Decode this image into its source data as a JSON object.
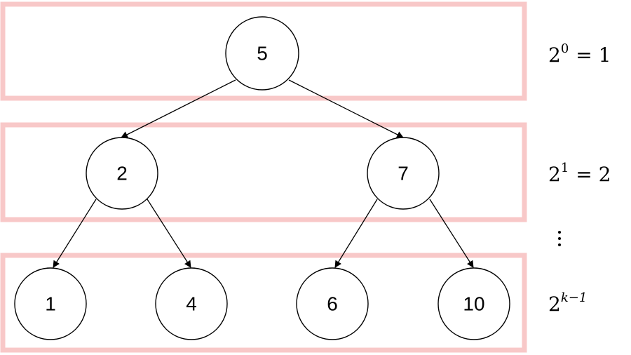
{
  "tree": {
    "nodes": [
      {
        "id": "root",
        "label": "5"
      },
      {
        "id": "left",
        "label": "2"
      },
      {
        "id": "right",
        "label": "7"
      },
      {
        "id": "left-left",
        "label": "1"
      },
      {
        "id": "left-right",
        "label": "4"
      },
      {
        "id": "right-left",
        "label": "6"
      },
      {
        "id": "right-right",
        "label": "10"
      }
    ],
    "edges": [
      [
        "root",
        "left"
      ],
      [
        "root",
        "right"
      ],
      [
        "left",
        "left-left"
      ],
      [
        "left",
        "left-right"
      ],
      [
        "right",
        "right-left"
      ],
      [
        "right",
        "right-right"
      ]
    ]
  },
  "levels": [
    {
      "base": "2",
      "exponent": "0",
      "equals": "= 1"
    },
    {
      "base": "2",
      "exponent": "1",
      "equals": "= 2"
    },
    {
      "base": "2",
      "exponent": "k−1",
      "equals": ""
    }
  ],
  "colors": {
    "level_box": "#f8c8c8",
    "stroke": "#000000"
  }
}
